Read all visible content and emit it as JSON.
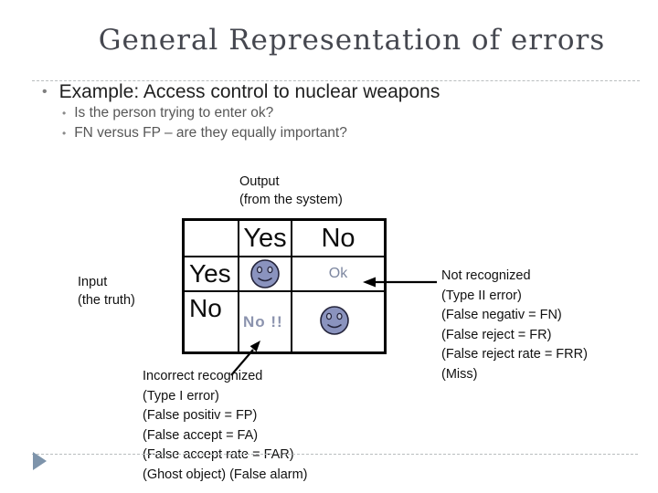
{
  "slide": {
    "title": "General Representation of errors",
    "bullets": {
      "main": "Example: Access control to nuclear weapons",
      "sub": [
        "Is the person trying to enter ok?",
        "FN versus FP – are they equally important?"
      ]
    },
    "output_label": {
      "line1": "Output",
      "line2": "(from the system)"
    },
    "input_label": {
      "line1": "Input",
      "line2": "(the truth)"
    },
    "table": {
      "corner": "",
      "col_headers": [
        "Yes",
        "No"
      ],
      "rows": [
        {
          "header": "Yes",
          "cells": [
            {
              "type": "icon",
              "icon": "smiley-face"
            },
            {
              "type": "text",
              "text": "Ok"
            }
          ]
        },
        {
          "header": "No",
          "cells": [
            {
              "type": "text",
              "text": "No !!"
            },
            {
              "type": "icon",
              "icon": "smiley-face"
            }
          ]
        }
      ]
    },
    "annotations": {
      "right": [
        "Not recognized",
        "(Type II error)",
        "(False negativ = FN)",
        "(False reject = FR)",
        "(False reject rate = FRR)",
        "(Miss)"
      ],
      "bottom": [
        "Incorrect recognized",
        "(Type I error)",
        "(False positiv = FP)",
        "(False accept = FA)",
        "(False accept rate = FAR)",
        "(Ghost object) (False alarm)"
      ]
    },
    "colors": {
      "smiley_fill": "#8a93be",
      "ok_text": "#7d87a0",
      "no_text": "#8b93ae",
      "title_text": "#45474f",
      "triangle": "#7e94ab",
      "arrow": "#000000"
    }
  }
}
